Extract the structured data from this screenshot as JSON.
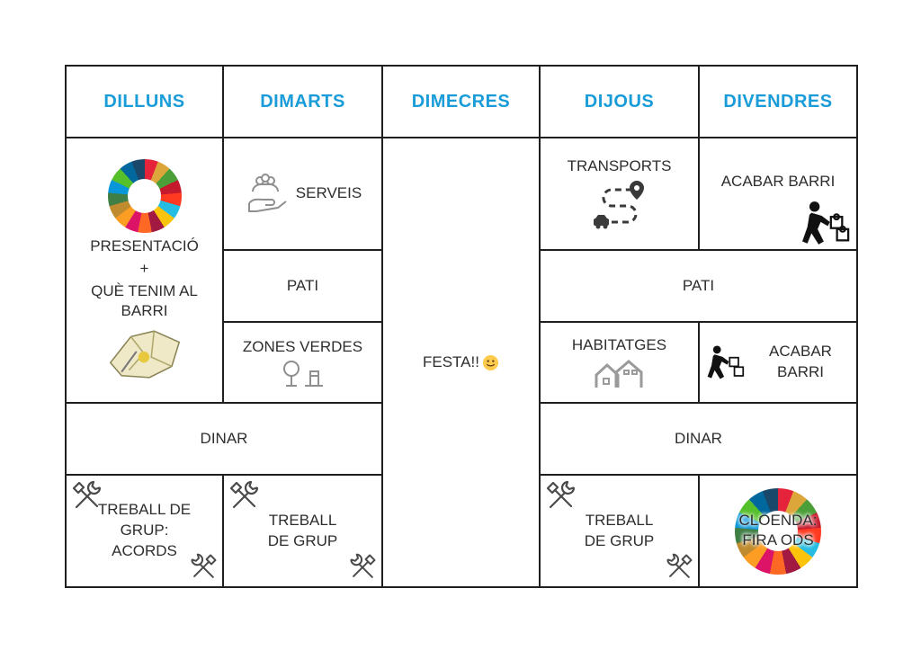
{
  "colors": {
    "header_blue": "#1a9cd9",
    "border": "#1f1f1f",
    "text": "#2e2e2e",
    "icon_gray": "#8f8f8f",
    "icon_black": "#111111"
  },
  "header": {
    "days": [
      "DILLUNS",
      "DIMARTS",
      "DIMECRES",
      "DIJOUS",
      "DIVENDRES"
    ]
  },
  "monday": {
    "presentation": "PRESENTACIÓ",
    "plus": "+",
    "subtitle": "QUÈ TENIM AL BARRI",
    "treball": "TREBALL DE GRUP: ACORDS"
  },
  "tuesday": {
    "serveis": "SERVEIS",
    "pati": "PATI",
    "zones_verdes": "ZONES VERDES",
    "treball": "TREBALL DE GRUP"
  },
  "wednesday": {
    "festa": "FESTA!!"
  },
  "thursday": {
    "transports": "TRANSPORTS",
    "habitatges": "HABITATGES",
    "treball": "TREBALL DE GRUP"
  },
  "friday": {
    "acabar_barri_top": "ACABAR BARRI",
    "acabar_barri_mid": "ACABAR BARRI",
    "cloenda": "CLOENDA: FIRA ODS"
  },
  "shared": {
    "pati": "PATI",
    "dinar_left": "DINAR",
    "dinar_right": "DINAR"
  },
  "icons": {
    "sdg_wheel": "sdg-wheel-icon",
    "neighborhood_map": "neighborhood-map-icon",
    "services_people": "services-people-icon",
    "park": "park-icon",
    "route": "route-map-icon",
    "houses": "houses-icon",
    "person_puzzle": "person-puzzle-icon",
    "tools": "hammer-wrench-icon",
    "smiley": "smiley-icon"
  }
}
